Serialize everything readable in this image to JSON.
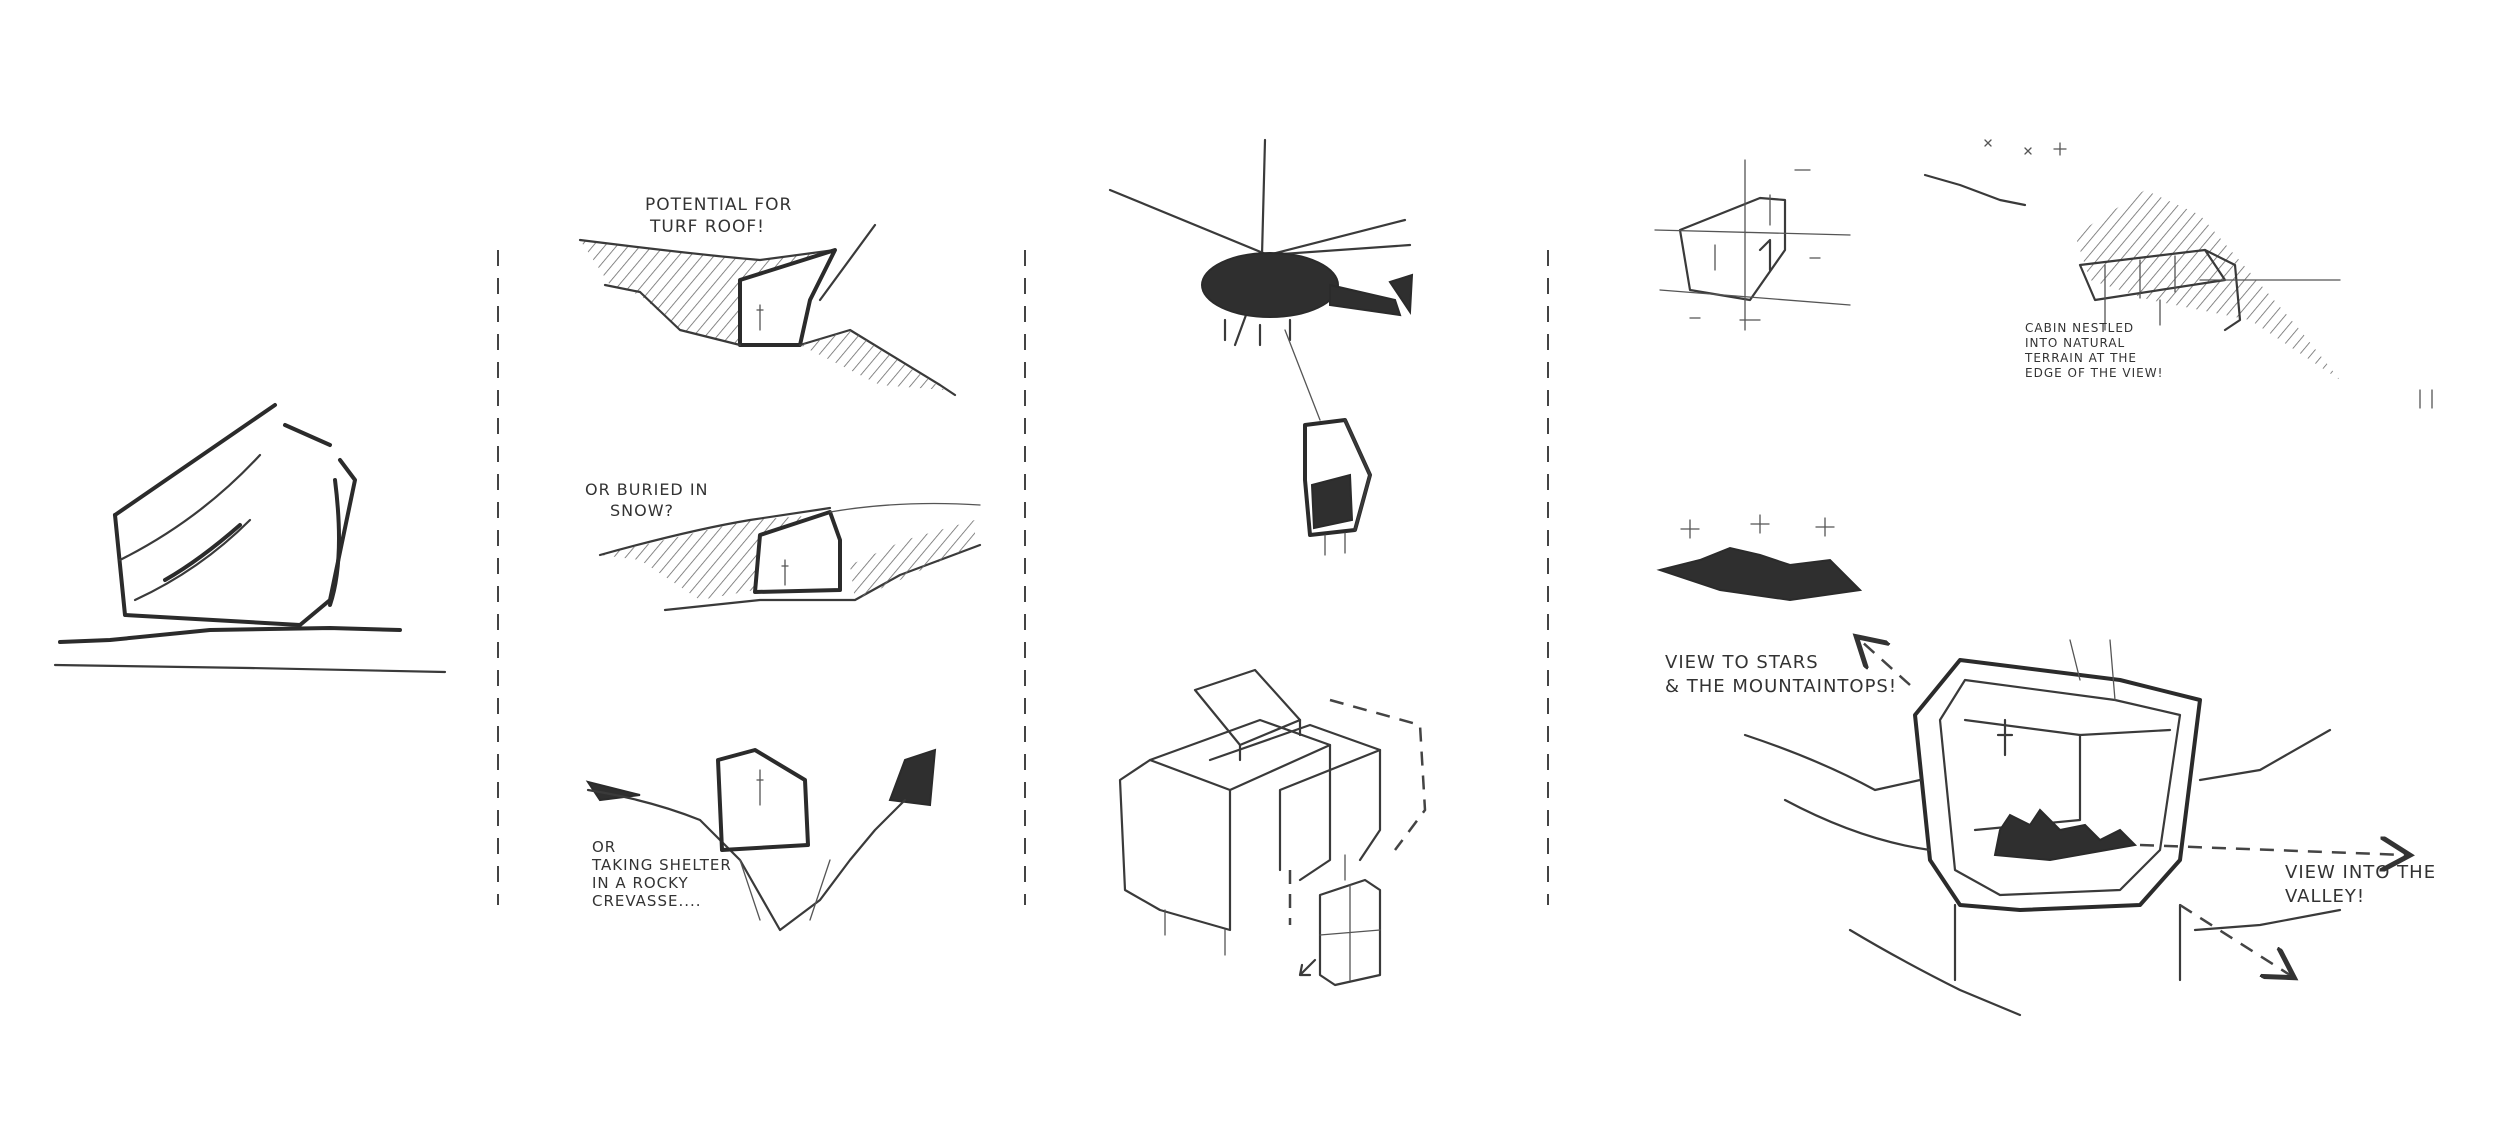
{
  "panel1": {},
  "panel2": {
    "note_turf": [
      "POTENTIAL FOR",
      "TURF ROOF!"
    ],
    "note_snow": [
      "OR BURIED IN",
      "SNOW?"
    ],
    "note_crevasse": [
      "OR",
      "TAKING SHELTER",
      "IN A ROCKY",
      "CREVASSE...."
    ]
  },
  "panel3": {},
  "panel4": {
    "note_cabin": [
      "CABIN NESTLED",
      "INTO NATURAL",
      "TERRAIN AT THE",
      "EDGE OF THE VIEW!"
    ],
    "note_stars": [
      "VIEW TO STARS",
      "& THE MOUNTAINTOPS!"
    ],
    "note_valley": [
      "VIEW INTO THE",
      "VALLEY!"
    ]
  }
}
